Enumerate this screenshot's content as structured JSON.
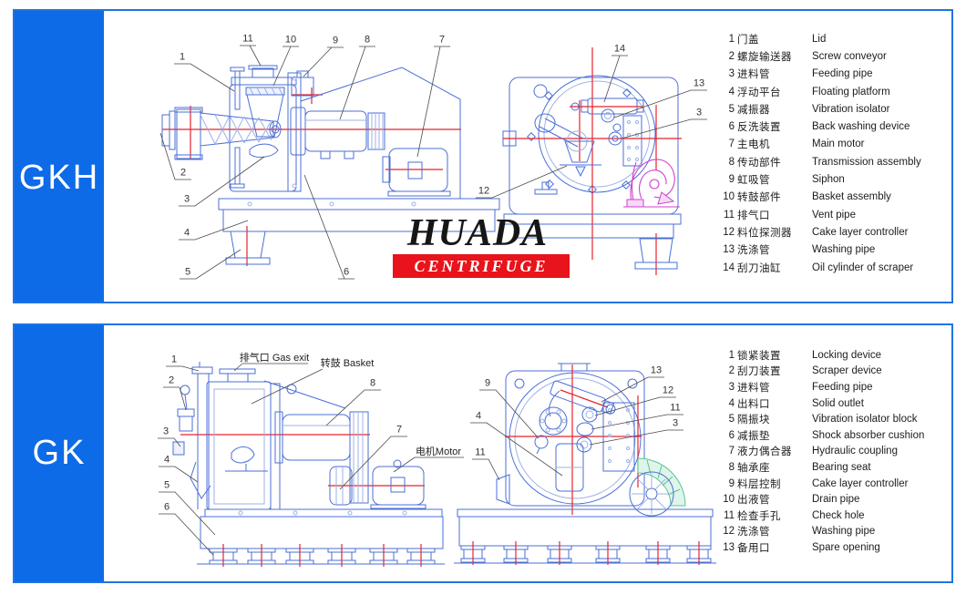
{
  "brand": {
    "name": "HUADA",
    "tagline": "CENTRIFUGE"
  },
  "colors": {
    "panel_blue": "#0d6be8",
    "panel_border": "#2173e2",
    "drawing_blue": "#4b6fd6",
    "centerline_red": "#e8232b",
    "scroll_magenta": "#cf3fd2",
    "guard_green": "#58c693",
    "logo_red": "#e8131b"
  },
  "panels": [
    {
      "model": "GKH",
      "parts": [
        {
          "num": "1",
          "cn": "门盖",
          "en": "Lid"
        },
        {
          "num": "2",
          "cn": "螺旋输送器",
          "en": "Screw conveyor"
        },
        {
          "num": "3",
          "cn": "进料管",
          "en": "Feeding pipe"
        },
        {
          "num": "4",
          "cn": "浮动平台",
          "en": "Floating platform"
        },
        {
          "num": "5",
          "cn": "减振器",
          "en": "Vibration isolator"
        },
        {
          "num": "6",
          "cn": "反洗装置",
          "en": "Back washing device"
        },
        {
          "num": "7",
          "cn": "主电机",
          "en": "Main motor"
        },
        {
          "num": "8",
          "cn": "传动部件",
          "en": "Transmission assembly"
        },
        {
          "num": "9",
          "cn": "虹吸管",
          "en": "Siphon"
        },
        {
          "num": "10",
          "cn": "转鼓部件",
          "en": "Basket assembly"
        },
        {
          "num": "11",
          "cn": "排气口",
          "en": "Vent pipe"
        },
        {
          "num": "12",
          "cn": "料位探测器",
          "en": "Cake layer controller"
        },
        {
          "num": "13",
          "cn": "洗涤管",
          "en": "Washing pipe"
        },
        {
          "num": "14",
          "cn": "刮刀油缸",
          "en": "Oil cylinder of scraper"
        }
      ],
      "callouts": [
        "1",
        "2",
        "3",
        "4",
        "5",
        "6",
        "7",
        "8",
        "9",
        "10",
        "11",
        "14",
        "13",
        "3",
        "12"
      ]
    },
    {
      "model": "GK",
      "parts": [
        {
          "num": "1",
          "cn": "锁紧装置",
          "en": "Locking device"
        },
        {
          "num": "2",
          "cn": "刮刀装置",
          "en": "Scraper device"
        },
        {
          "num": "3",
          "cn": "进料管",
          "en": "Feeding pipe"
        },
        {
          "num": "4",
          "cn": "出料口",
          "en": "Solid outlet"
        },
        {
          "num": "5",
          "cn": "隔振块",
          "en": "Vibration isolator block"
        },
        {
          "num": "6",
          "cn": "减振垫",
          "en": "Shock absorber cushion"
        },
        {
          "num": "7",
          "cn": "液力偶合器",
          "en": "Hydraulic coupling"
        },
        {
          "num": "8",
          "cn": "轴承座",
          "en": "Bearing seat"
        },
        {
          "num": "9",
          "cn": "料层控制",
          "en": "Cake layer controller"
        },
        {
          "num": "10",
          "cn": "出液管",
          "en": "Drain pipe"
        },
        {
          "num": "11",
          "cn": "检查手孔",
          "en": "Check hole"
        },
        {
          "num": "12",
          "cn": "洗涤管",
          "en": "Washing pipe"
        },
        {
          "num": "13",
          "cn": "备用口",
          "en": "Spare opening"
        }
      ],
      "callouts": [
        "1",
        "2",
        "3",
        "4",
        "5",
        "6",
        "7",
        "8",
        "13",
        "12",
        "11",
        "3",
        "9",
        "4",
        "11"
      ],
      "annotations": [
        "排气口 Gas exit",
        "转鼓 Basket",
        "电机Motor"
      ]
    }
  ]
}
